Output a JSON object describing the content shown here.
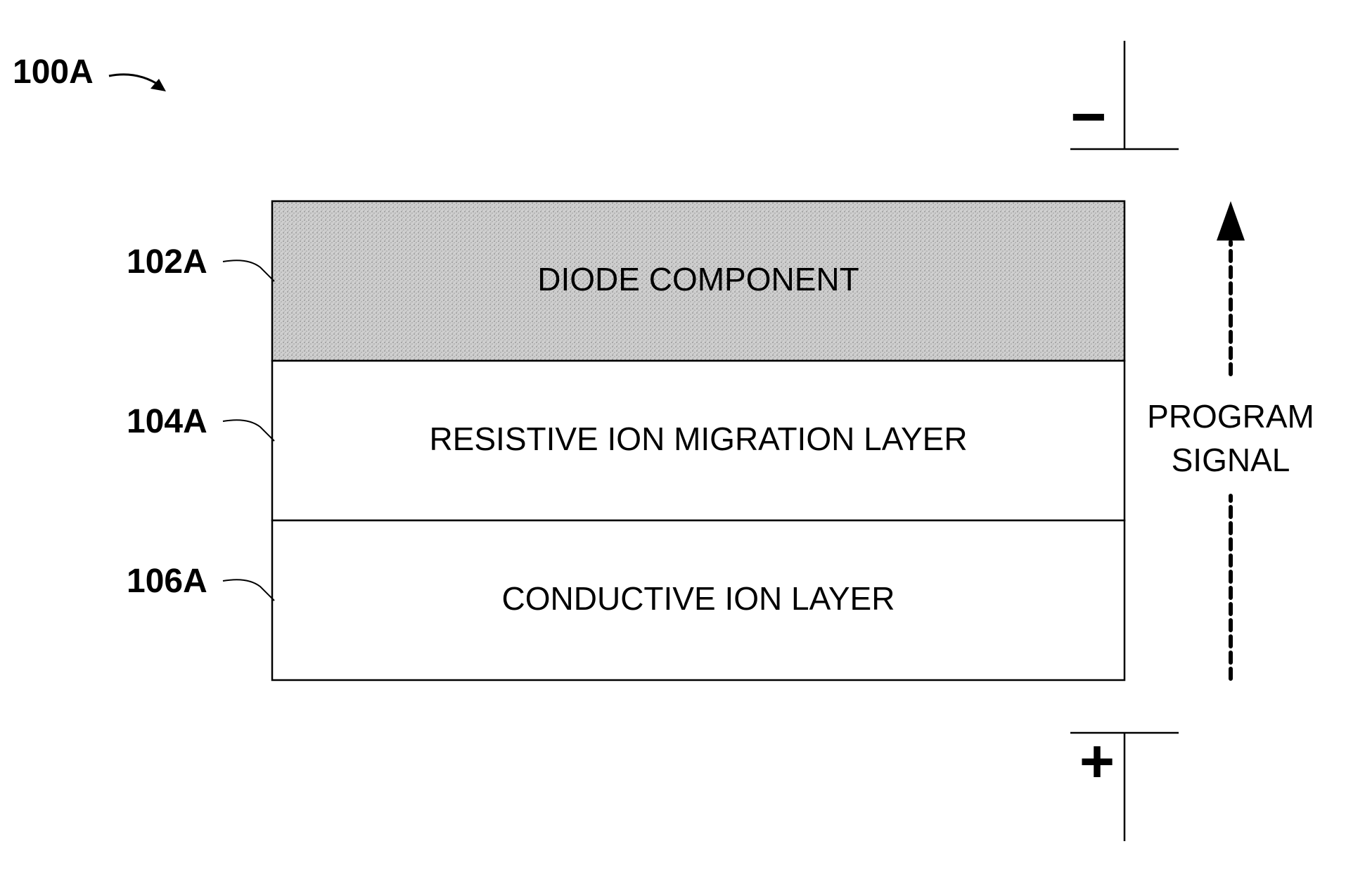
{
  "figure_label": "100A",
  "layers": [
    {
      "ref": "102A",
      "name": "DIODE COMPONENT",
      "fill": "#c8c8c8",
      "pattern": "stipple"
    },
    {
      "ref": "104A",
      "name": "RESISTIVE ION MIGRATION LAYER",
      "fill": "#ffffff",
      "pattern": "none"
    },
    {
      "ref": "106A",
      "name": "CONDUCTIVE ION LAYER",
      "fill": "#ffffff",
      "pattern": "none"
    }
  ],
  "terminals": {
    "top": "−",
    "bottom": "+"
  },
  "signal": {
    "line1": "PROGRAM",
    "line2": "SIGNAL",
    "direction": "up"
  },
  "colors": {
    "line": "#000000",
    "diode_fill": "#c8c8c8",
    "background": "#ffffff"
  }
}
